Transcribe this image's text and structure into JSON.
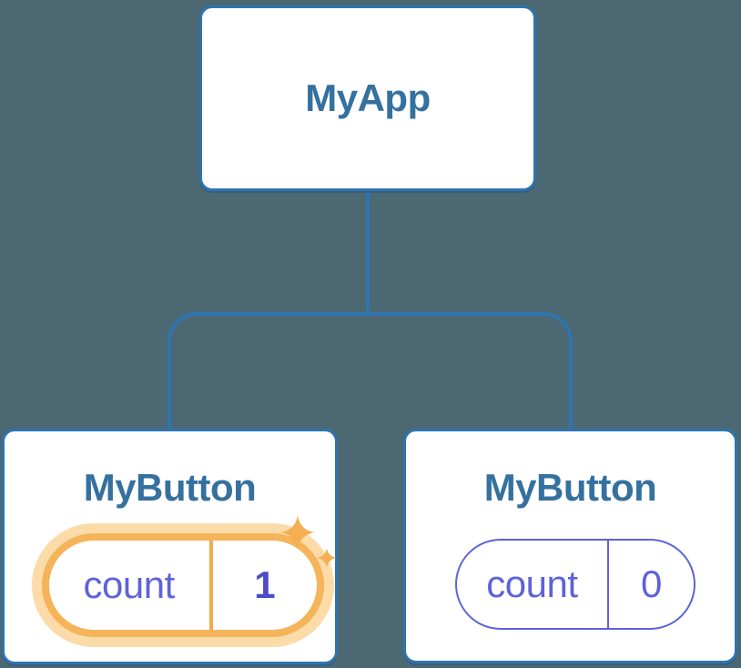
{
  "diagram": {
    "kind": "component-tree",
    "root": {
      "label": "MyApp"
    },
    "children": [
      {
        "label": "MyButton",
        "state_name": "count",
        "state_value": "1",
        "highlighted": true,
        "icons": [
          "sparkle-icon",
          "sparkle-icon"
        ]
      },
      {
        "label": "MyButton",
        "state_name": "count",
        "state_value": "0",
        "highlighted": false
      }
    ]
  },
  "colors": {
    "background": "#4C6873",
    "connector_blue": "#2E74B0",
    "card_border": "#2E74B0",
    "card_fill": "#FFFFFF",
    "title_text": "#35719F",
    "state_indigo": "#5E63D8",
    "state_value_bold": "#4C4CC7",
    "highlight_orange": "#F5B45A",
    "highlight_halo": "#FBDCA8",
    "highlight_divider": "#F2A94C",
    "sparkle": "#F5AE52"
  }
}
